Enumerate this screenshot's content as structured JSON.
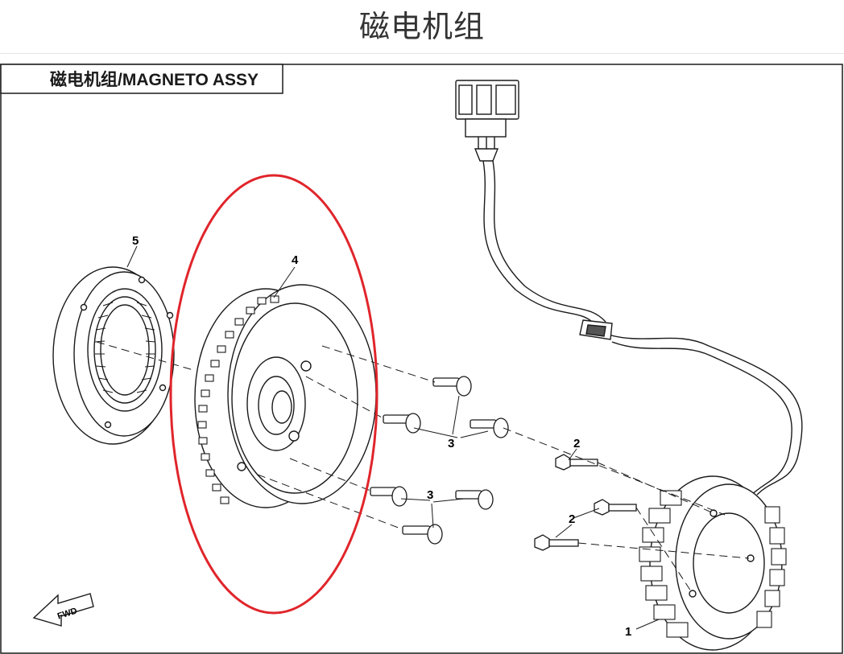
{
  "page": {
    "title": "磁电机组"
  },
  "diagram": {
    "caption": "磁电机组/MAGNETO ASSY",
    "fwd_label": "FWD",
    "callouts": {
      "stator": "1",
      "bolt_upper": "2",
      "bolt_lower": "2",
      "screw_upper": "3",
      "screw_lower": "3",
      "flywheel": "4",
      "starter_clutch": "5"
    },
    "highlight_color": "#e0252b",
    "line_color": "#1a1a1a"
  }
}
